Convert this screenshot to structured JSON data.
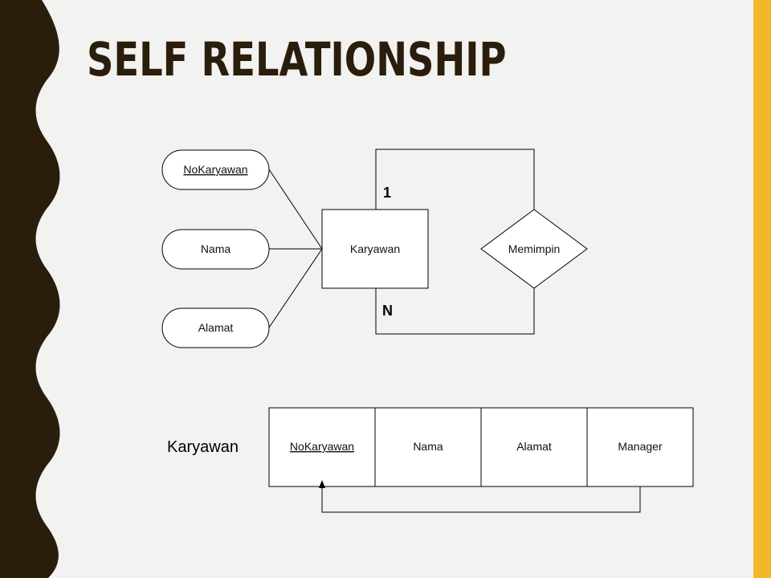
{
  "slide": {
    "title": "SELF RELATIONSHIP",
    "colors": {
      "title": "#2b1d0c",
      "left_wave": "#2b1d0c",
      "right_bar": "#f4b72a",
      "background": "#f2f2f1"
    }
  },
  "er_diagram": {
    "attributes": [
      {
        "label": "NoKaryawan",
        "primary_key": true
      },
      {
        "label": "Nama",
        "primary_key": false
      },
      {
        "label": "Alamat",
        "primary_key": false
      }
    ],
    "entity": "Karyawan",
    "relationship": "Memimpin",
    "cardinality_top": "1",
    "cardinality_bottom": "N"
  },
  "table": {
    "name": "Karyawan",
    "columns": [
      {
        "label": "NoKaryawan",
        "primary_key": true
      },
      {
        "label": "Nama",
        "primary_key": false
      },
      {
        "label": "Alamat",
        "primary_key": false
      },
      {
        "label": "Manager",
        "primary_key": false
      }
    ]
  }
}
